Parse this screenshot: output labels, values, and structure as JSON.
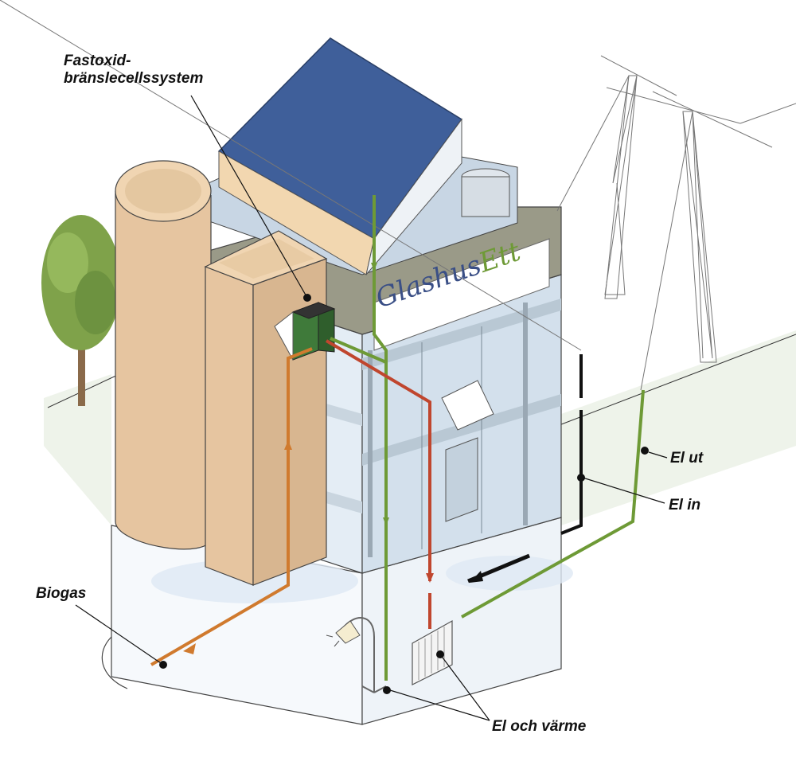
{
  "labels": {
    "fuel_cell": "Fastoxid-\nbränslecellssystem",
    "fuel_cell_line1": "Fastoxid-",
    "fuel_cell_line2": "bränslecellssystem",
    "biogas": "Biogas",
    "el_ut": "El ut",
    "el_in": "El in",
    "el_och_varme": "El och värme"
  },
  "sign": {
    "part1": "Glashus",
    "part2": "Ett"
  },
  "colors": {
    "electricity_out": "#6e9a36",
    "electricity_in": "#111111",
    "heat": "#c0462e",
    "biogas": "#d07a2e",
    "fuel_cell_box": "#3f7a3a",
    "solar_panel": "#3f5f9a",
    "tower": "#e6c5a0",
    "slab": "#8a8a78"
  },
  "icons": [
    "solar-panel-icon",
    "fuel-cell-icon",
    "lamp-icon",
    "radiator-icon",
    "power-pylon-icon",
    "tree-icon"
  ]
}
